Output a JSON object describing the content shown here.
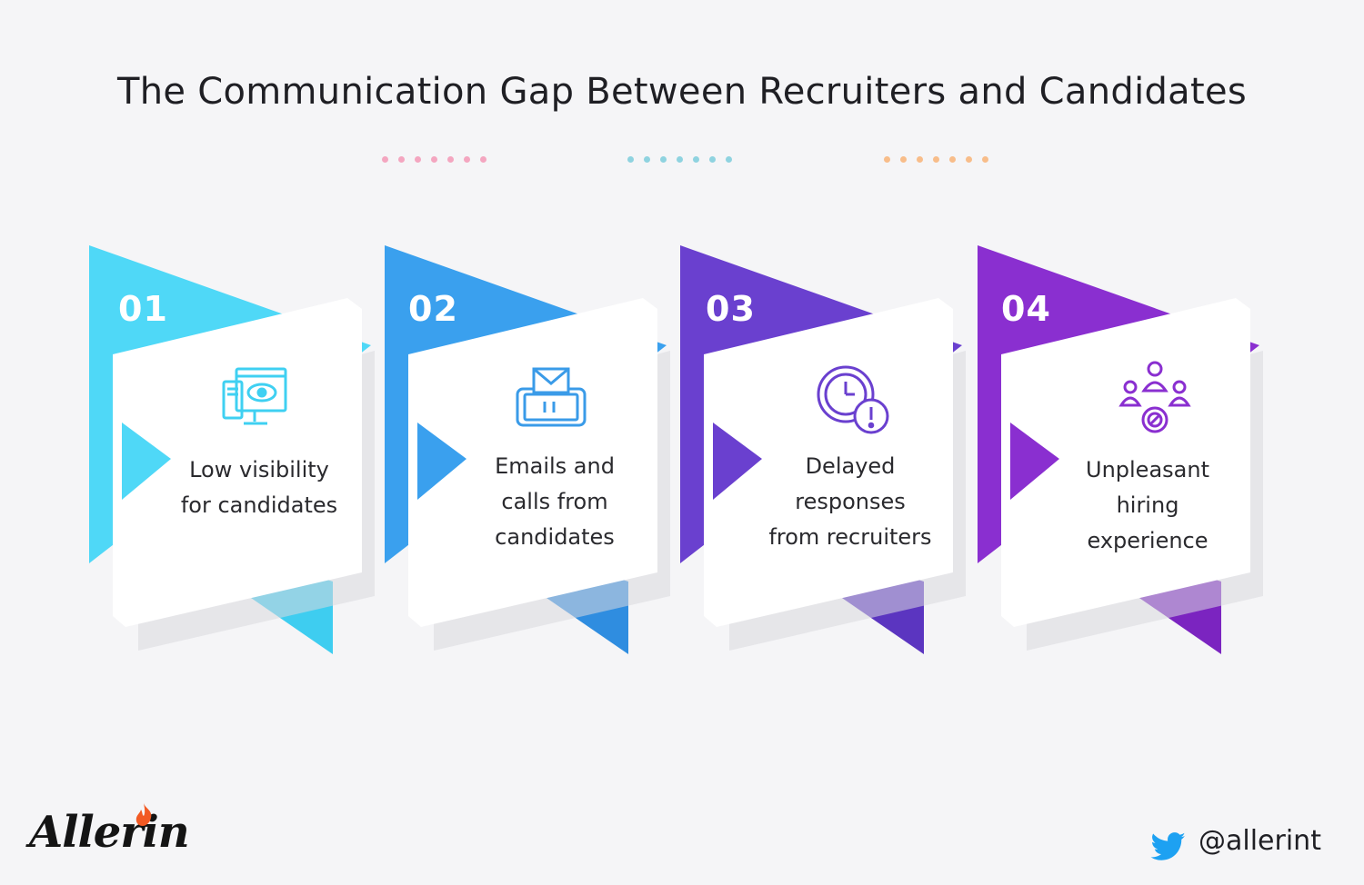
{
  "title": "The Communication Gap Between Recruiters and Candidates",
  "dot_groups": [
    {
      "color": "#f4a6c0"
    },
    {
      "color": "#8fd3e0"
    },
    {
      "color": "#f8bd8a"
    }
  ],
  "steps": [
    {
      "number": "01",
      "color_top": "#4fd8f7",
      "color_bottom": "#3ecdf0",
      "icon": "eye-monitor-icon",
      "label_lines": [
        "Low visibility",
        "for candidates"
      ]
    },
    {
      "number": "02",
      "color_top": "#3aa0ee",
      "color_bottom": "#2f8de0",
      "icon": "phone-email-icon",
      "label_lines": [
        "Emails and",
        "calls from",
        "candidates"
      ]
    },
    {
      "number": "03",
      "color_top": "#6a40cf",
      "color_bottom": "#5b35c0",
      "icon": "clock-alert-icon",
      "label_lines": [
        "Delayed",
        "responses",
        "from recruiters"
      ]
    },
    {
      "number": "04",
      "color_top": "#8a2fd0",
      "color_bottom": "#7b24c0",
      "icon": "blocked-group-icon",
      "label_lines": [
        "Unpleasant",
        "hiring",
        "experience"
      ]
    }
  ],
  "footer": {
    "logo": "Allerin",
    "twitter_handle": "@allerint"
  }
}
